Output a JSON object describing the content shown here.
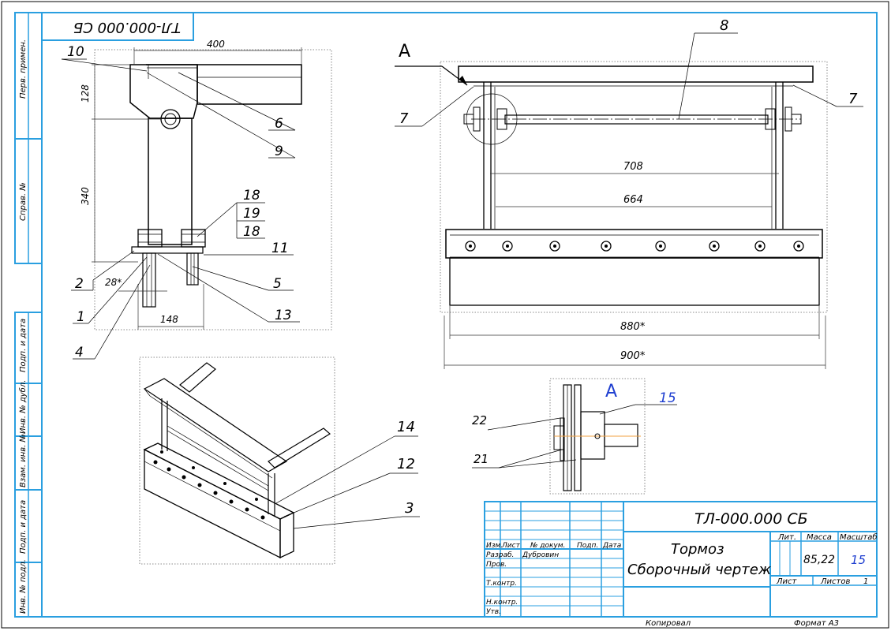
{
  "title_block": {
    "designation": "ТЛ-000.000 СБ",
    "designation_rotated": "ТЛ-000.000 СБ",
    "name_line1": "Тормоз",
    "name_line2": "Сборочный чертеж",
    "col_izm": "Изм.",
    "col_list": "Лист",
    "col_doc": "№ докум.",
    "col_sign": "Подп.",
    "col_date": "Дата",
    "row_razrab": "Разраб.",
    "razrab_name": "Дубровин",
    "row_prov": "Пров.",
    "row_tkontr": "Т.контр.",
    "row_nkontr": "Н.контр.",
    "row_utv": "Утв.",
    "lit_label": "Лит.",
    "mass_label": "Масса",
    "scale_label": "Масштаб",
    "mass_value": "85,22",
    "scale_value": "15",
    "sheet_label": "Лист",
    "sheets_label": "Листов",
    "sheets_value": "1",
    "copied": "Копировал",
    "format": "Формат  А3"
  },
  "side_stamps": {
    "perv_primen": "Перв. примен.",
    "sprav_no": "Справ. №",
    "podp_data_1": "Подп. и дата",
    "inv_dubl": "Инв. № дубл.",
    "vzam_inv": "Взам. инв. №",
    "podp_data_2": "Подп. и дата",
    "inv_podl": "Инв. № подл."
  },
  "dimensions": {
    "d400": "400",
    "d128": "128",
    "d340": "340",
    "d28": "28*",
    "d148": "148",
    "d708": "708",
    "d664": "664",
    "d880": "880*",
    "d900": "900*"
  },
  "views": {
    "view_a_label": "A",
    "detail_a_label": "A"
  },
  "part_numbers": {
    "p10": "10",
    "p6": "6",
    "p9": "9",
    "p18a": "18",
    "p19": "19",
    "p18b": "18",
    "p11": "11",
    "p2": "2",
    "p5": "5",
    "p1": "1",
    "p13": "13",
    "p4": "4",
    "p8": "8",
    "p7a": "7",
    "p7b": "7",
    "p14": "14",
    "p12": "12",
    "p3": "3",
    "p15": "15",
    "p22": "22",
    "p21": "21"
  },
  "colors": {
    "frame": "#2a9fe0",
    "accent": "#1f3fd0",
    "axis": "#f0a040"
  }
}
